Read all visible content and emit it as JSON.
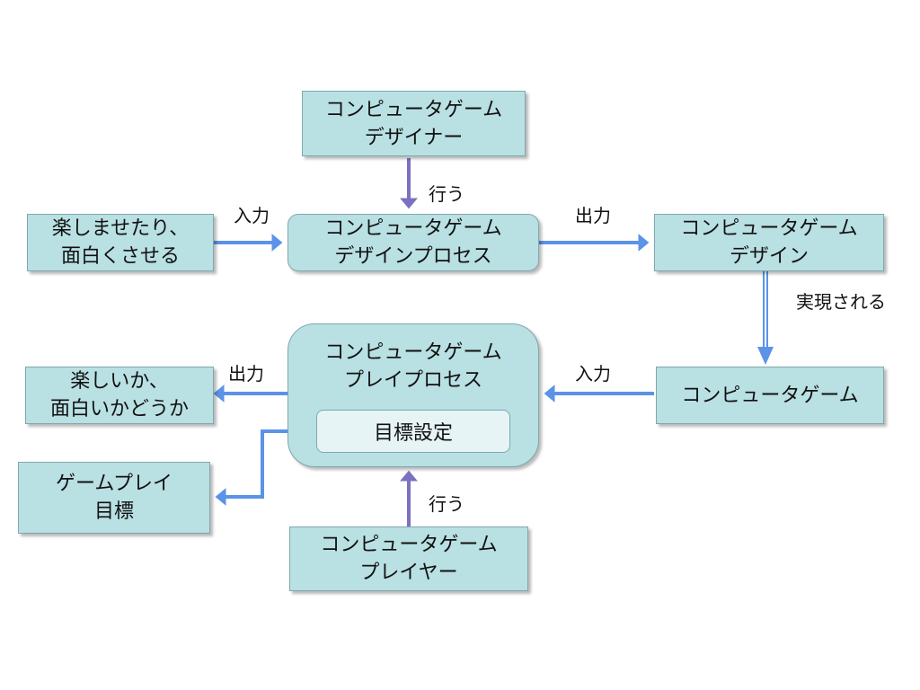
{
  "boxes": {
    "designer": [
      "コンピュータゲーム",
      "デザイナー"
    ],
    "entertain": [
      "楽しませたり、",
      "面白くさせる"
    ],
    "design_process": [
      "コンピュータゲーム",
      "デザインプロセス"
    ],
    "design": [
      "コンピュータゲーム",
      "デザイン"
    ],
    "fun_check": [
      "楽しいか、",
      "面白いかどうか"
    ],
    "play_process": [
      "コンピュータゲーム",
      "プレイプロセス"
    ],
    "goal_setting": "目標設定",
    "game": "コンピュータゲーム",
    "gameplay_goal": [
      "ゲームプレイ",
      "目標"
    ],
    "player": [
      "コンピュータゲーム",
      "プレイヤー"
    ]
  },
  "labels": {
    "perform_top": "行う",
    "input_left": "入力",
    "output_top": "出力",
    "realized": "実現される",
    "output_left": "出力",
    "input_right": "入力",
    "perform_bottom": "行う"
  },
  "colors": {
    "box_fill": "#b9e0e3",
    "box_border": "#7fa8ad",
    "inner_fill": "#e6f4f6",
    "arrow_blue": "#5b93e8",
    "arrow_purple": "#7a72c0"
  }
}
